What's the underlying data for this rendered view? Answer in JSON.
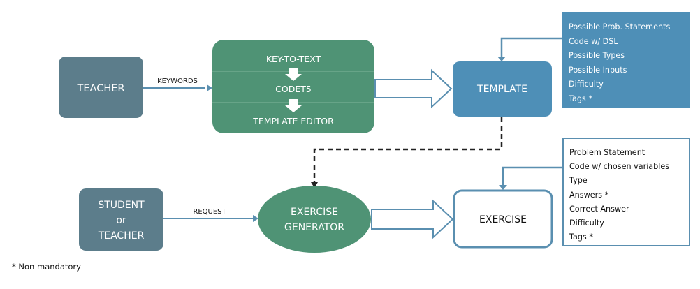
{
  "colors": {
    "teacher": "#5c7d8b",
    "student": "#5c7d8b",
    "pipeline": "#4f9375",
    "template": "#4e8fb7",
    "generator": "#4f9375",
    "exercise_border": "#5a8fb0",
    "arrow": "#5a8fb0"
  },
  "nodes": {
    "teacher": "TEACHER",
    "pipeline": {
      "step1": "KEY-TO-TEXT",
      "step2": "CODET5",
      "step3": "TEMPLATE EDITOR"
    },
    "template": "TEMPLATE",
    "student": [
      "STUDENT",
      "or",
      "TEACHER"
    ],
    "generator": [
      "EXERCISE",
      "GENERATOR"
    ],
    "exercise": "EXERCISE"
  },
  "edges": {
    "keywords": "KEYWORDS",
    "request": "REQUEST"
  },
  "template_fields": [
    "Possible Prob. Statements",
    "Code w/ DSL",
    "Possible Types",
    "Possible Inputs",
    "Difficulty",
    "Tags *"
  ],
  "exercise_fields": [
    "Problem Statement",
    "Code w/ chosen variables",
    "Type",
    "Answers *",
    "Correct Answer",
    "Difficulty",
    "Tags *"
  ],
  "footnote": "* Non mandatory"
}
